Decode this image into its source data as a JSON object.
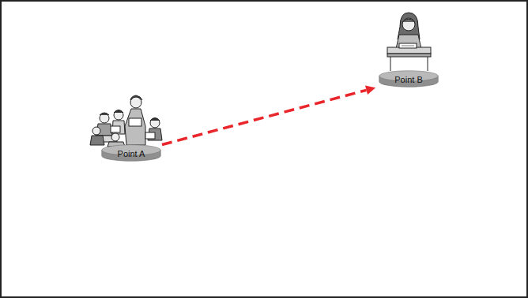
{
  "diagram": {
    "nodes": [
      {
        "text": [
          "Point A"
        ]
      },
      {
        "text": [
          "Point B"
        ]
      }
    ],
    "edges": [
      {
        "from": 0,
        "to": 1,
        "arrow": "to"
      }
    ]
  }
}
